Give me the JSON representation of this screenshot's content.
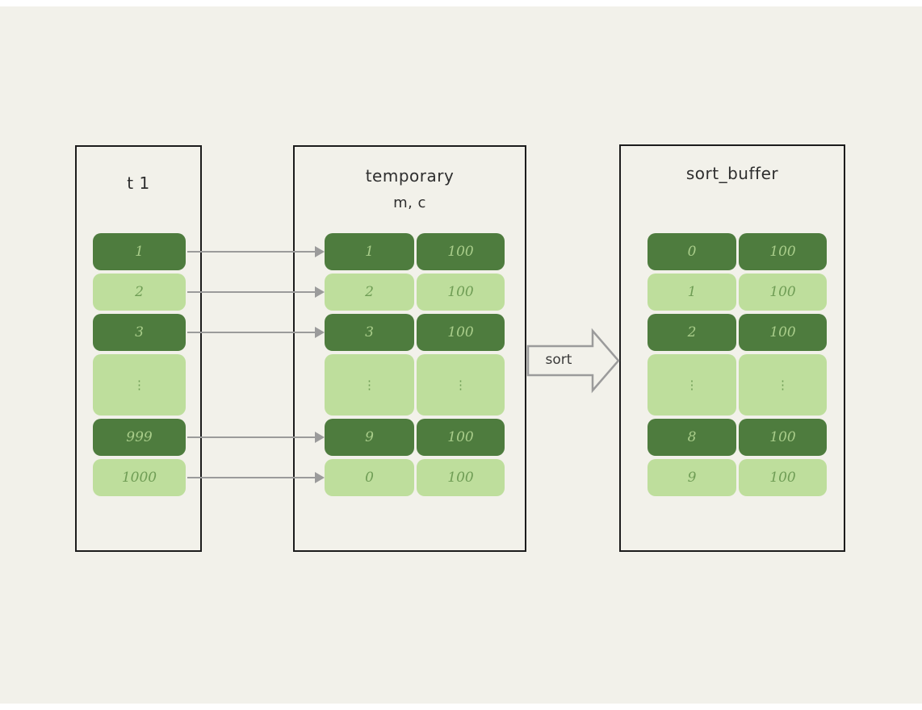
{
  "page": {
    "background_outer": "#ffffff",
    "background": "#f2f1ea",
    "frame_border_color": "#1c1c1c"
  },
  "colors": {
    "row_dark_bg": "#4e7c3e",
    "row_dark_text": "#a9cd8a",
    "row_light_bg": "#bede9c",
    "row_light_text": "#6f9d55",
    "connector_gray": "#9b9b9b",
    "title_text": "#2e2e2e"
  },
  "panels": {
    "t1": {
      "title": "t 1",
      "rows": [
        {
          "variant": "dark",
          "dots": false,
          "cells": [
            "1"
          ]
        },
        {
          "variant": "light",
          "dots": false,
          "cells": [
            "2"
          ]
        },
        {
          "variant": "dark",
          "dots": false,
          "cells": [
            "3"
          ]
        },
        {
          "variant": "light",
          "dots": true,
          "cells": [
            "⋮"
          ]
        },
        {
          "variant": "dark",
          "dots": false,
          "cells": [
            "999"
          ]
        },
        {
          "variant": "light",
          "dots": false,
          "cells": [
            "1000"
          ]
        }
      ]
    },
    "temporary": {
      "title": "temporary",
      "subtitle": "m, c",
      "rows": [
        {
          "variant": "dark",
          "dots": false,
          "cells": [
            "1",
            "100"
          ]
        },
        {
          "variant": "light",
          "dots": false,
          "cells": [
            "2",
            "100"
          ]
        },
        {
          "variant": "dark",
          "dots": false,
          "cells": [
            "3",
            "100"
          ]
        },
        {
          "variant": "light",
          "dots": true,
          "cells": [
            "⋮",
            "⋮"
          ]
        },
        {
          "variant": "dark",
          "dots": false,
          "cells": [
            "9",
            "100"
          ]
        },
        {
          "variant": "light",
          "dots": false,
          "cells": [
            "0",
            "100"
          ]
        }
      ]
    },
    "sort_buffer": {
      "title": "sort_buffer",
      "rows": [
        {
          "variant": "dark",
          "dots": false,
          "cells": [
            "0",
            "100"
          ]
        },
        {
          "variant": "light",
          "dots": false,
          "cells": [
            "1",
            "100"
          ]
        },
        {
          "variant": "dark",
          "dots": false,
          "cells": [
            "2",
            "100"
          ]
        },
        {
          "variant": "light",
          "dots": true,
          "cells": [
            "⋮",
            "⋮"
          ]
        },
        {
          "variant": "dark",
          "dots": false,
          "cells": [
            "8",
            "100"
          ]
        },
        {
          "variant": "light",
          "dots": false,
          "cells": [
            "9",
            "100"
          ]
        }
      ]
    }
  },
  "sort_arrow": {
    "label": "sort"
  },
  "connectors": {
    "from_panel": "t1",
    "to_panel": "temporary",
    "row_indexes": [
      0,
      1,
      2,
      4,
      5
    ]
  }
}
